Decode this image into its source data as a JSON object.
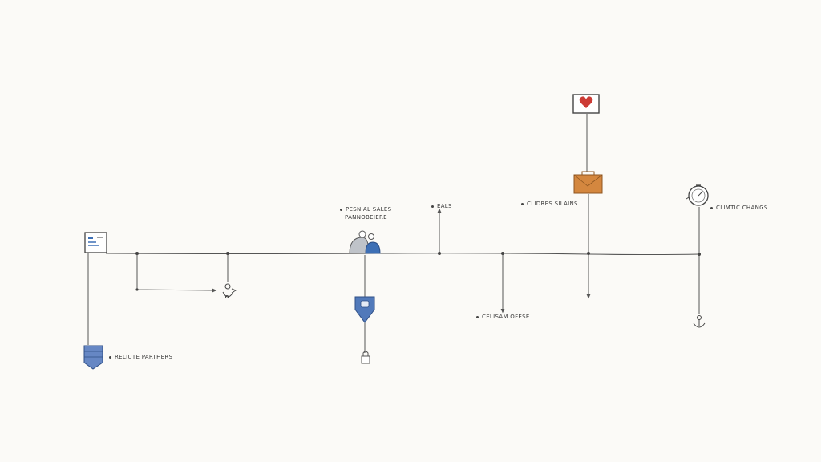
{
  "labels": {
    "remote_partners": "RELIUTE PARTHERS",
    "personal_sales_line1": "PESNIAL SALES",
    "personal_sales_line2": "PANNOBEIERE",
    "sales": "EALS",
    "clients_sharing": "CLIDRES SILAINS",
    "climatic_changes": "CLIMTIC CHANGS",
    "cellular_offers": "CELISAM OFESE"
  },
  "icons": [
    "monitor-icon",
    "storage-server-icon",
    "user-cycle-icon",
    "people-pair-icon",
    "shield-icon",
    "lock-icon",
    "heart-frame-icon",
    "briefcase-icon",
    "stopwatch-icon",
    "anchor-icon"
  ],
  "colors": {
    "line": "#555555",
    "accent_blue": "#3d6fb5",
    "accent_orange": "#d4873f",
    "accent_red": "#cc3b35"
  }
}
